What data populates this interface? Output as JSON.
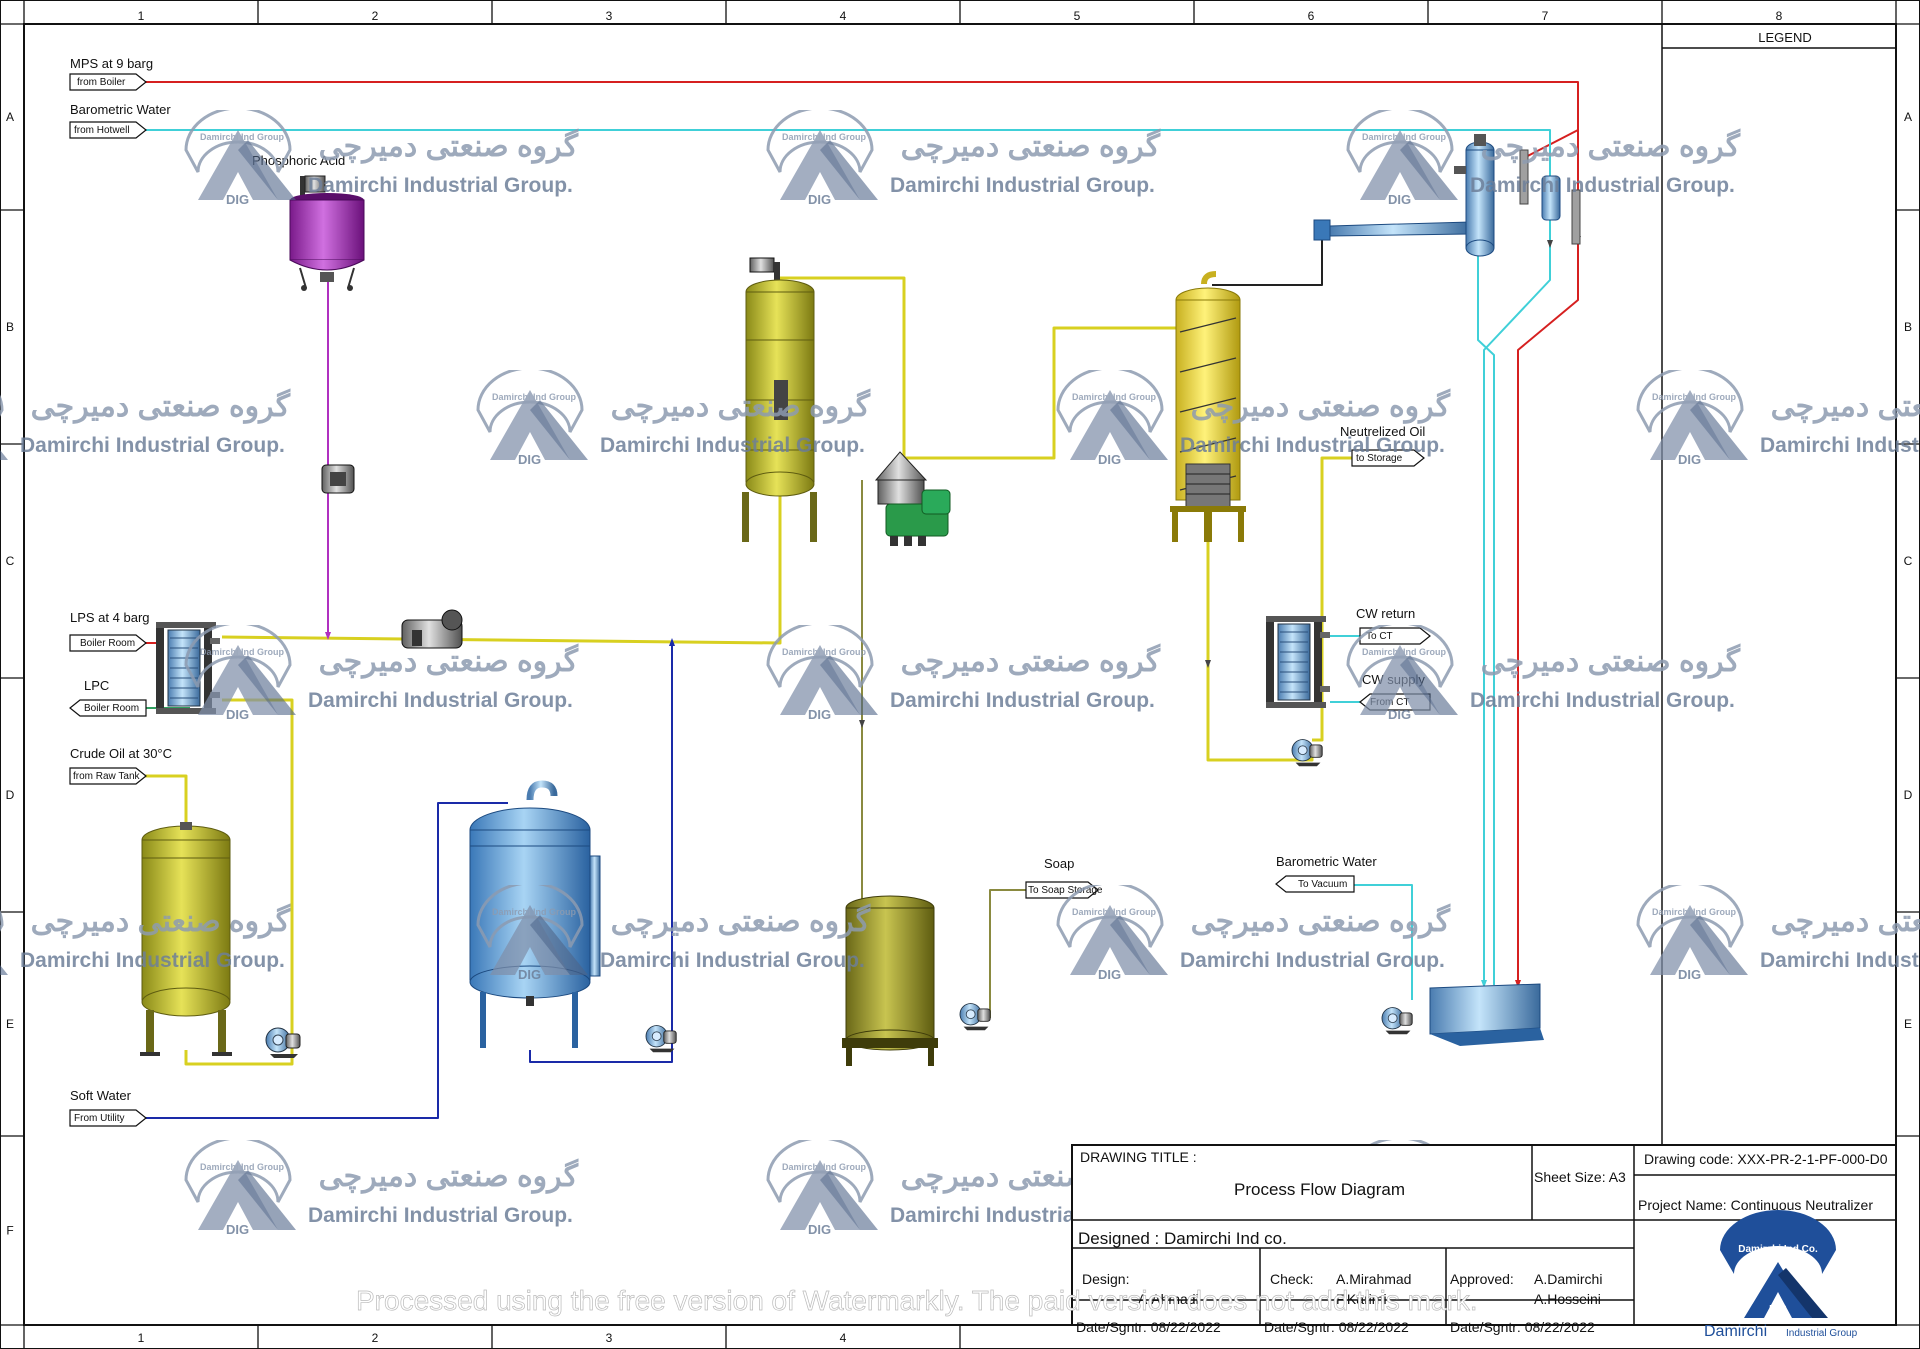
{
  "grid": {
    "columns": [
      "1",
      "2",
      "3",
      "4",
      "5",
      "6",
      "7",
      "8"
    ],
    "rows": [
      "A",
      "B",
      "C",
      "D",
      "E",
      "F"
    ],
    "bottom_columns": [
      "1",
      "2",
      "3",
      "4"
    ]
  },
  "legend": {
    "title": "LEGEND"
  },
  "streams": {
    "mps": {
      "label": "MPS at 9 barg",
      "tag": "from Boiler"
    },
    "barometric_in": {
      "label": "Barometric Water",
      "tag": "from Hotwell"
    },
    "lps": {
      "label": "LPS at 4 barg",
      "tag": "Boiler Room"
    },
    "lpc": {
      "label": "LPC",
      "tag": "Boiler Room"
    },
    "crude": {
      "label": "Crude Oil at 30°C",
      "tag": "from Raw Tank"
    },
    "soft_water": {
      "label": "Soft Water",
      "tag": "From Utility"
    },
    "neutralized_oil": {
      "label": "Neutrelized Oil",
      "tag": "to Storage"
    },
    "cw_return": {
      "label": "CW return",
      "tag": "To CT"
    },
    "cw_supply": {
      "label": "CW supply",
      "tag": "From CT"
    },
    "soap": {
      "label": "Soap",
      "tag": "To Soap Storage"
    },
    "barometric_out": {
      "label": "Barometric Water",
      "tag": "To Vacuum"
    },
    "phosphoric_acid": {
      "label": "Phosphoric Acid"
    }
  },
  "title_block": {
    "drawing_title_label": "DRAWING TITLE :",
    "drawing_title": "Process Flow Diagram",
    "sheet_size": "Sheet Size: A3",
    "drawing_code": "Drawing code:  XXX-PR-2-1-PF-000-D0",
    "project_name": "Project Name: Continuous Neutralizer",
    "designed": "Designed : Damirchi Ind co.",
    "design_label": "Design:",
    "design_name": "A.Ahmadi",
    "check_label": "Check:",
    "check_name1": "A.Mirahmad",
    "check_name2": "F.Karimi",
    "approved_label": "Approved:",
    "approved_name1": "A.Damirchi",
    "approved_name2": "A.Hosseini",
    "date1": "Date/Sgntr:  08/22/2022",
    "date2": "Date/Sgntr:  08/22/2022",
    "date3": "Date/Sgntr:  08/22/2022",
    "logo_top": "Damirchi Ind Co.",
    "logo_badge": "DIG",
    "logo_name": "Damirchi",
    "logo_sub": "Industrial Group"
  },
  "watermark": {
    "fa": "گروه صنعتی دمیرچی",
    "en": "Damirchi Industrial Group.",
    "badge": "DIG",
    "arc": "Damirchi Ind Group",
    "bottom": "Processed using the free version of Watermarkly. The paid version does not add this mark."
  },
  "colors": {
    "steam": "#d62020",
    "water": "#40d0d8",
    "acid": "#b030c0",
    "oil": "#d8d020",
    "soft": "#1a2aa8",
    "soap": "#8a8a40",
    "condensate": "#30a060"
  }
}
